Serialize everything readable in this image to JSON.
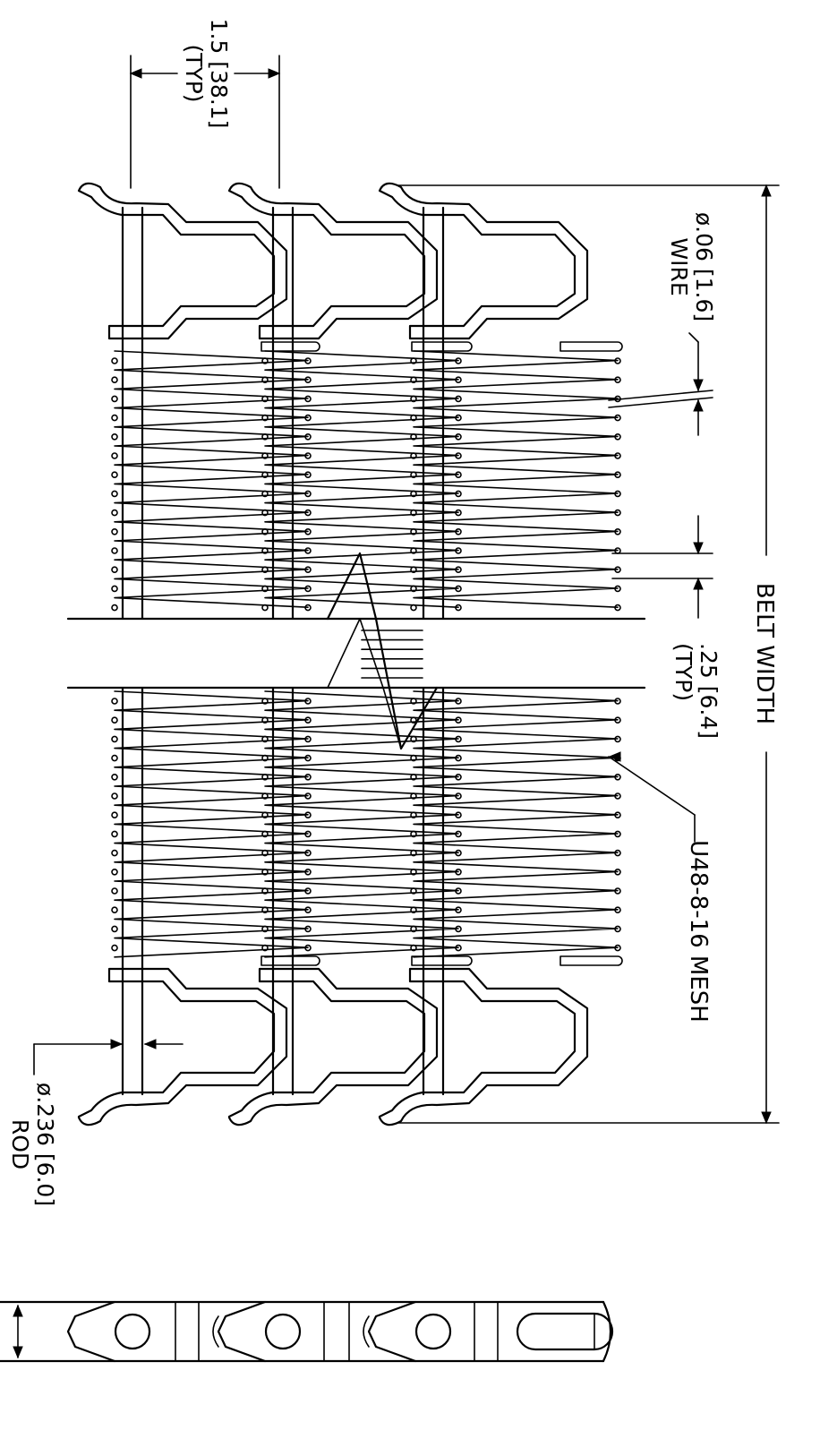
{
  "labels": {
    "pitch": "1.5 [38.1]",
    "pitch_typ": "(TYP)",
    "wire_dia": "ø.06 [1.6]",
    "wire_word": "WIRE",
    "belt_width": "BELT WIDTH",
    "spacing": ".25 [6.4]",
    "spacing_typ": "(TYP)",
    "mesh": "U48-8-16 MESH",
    "rod_dia": "ø.236 [6.0]",
    "rod_word": "ROD"
  },
  "colors": {
    "line": "#000000",
    "background": "#ffffff"
  }
}
